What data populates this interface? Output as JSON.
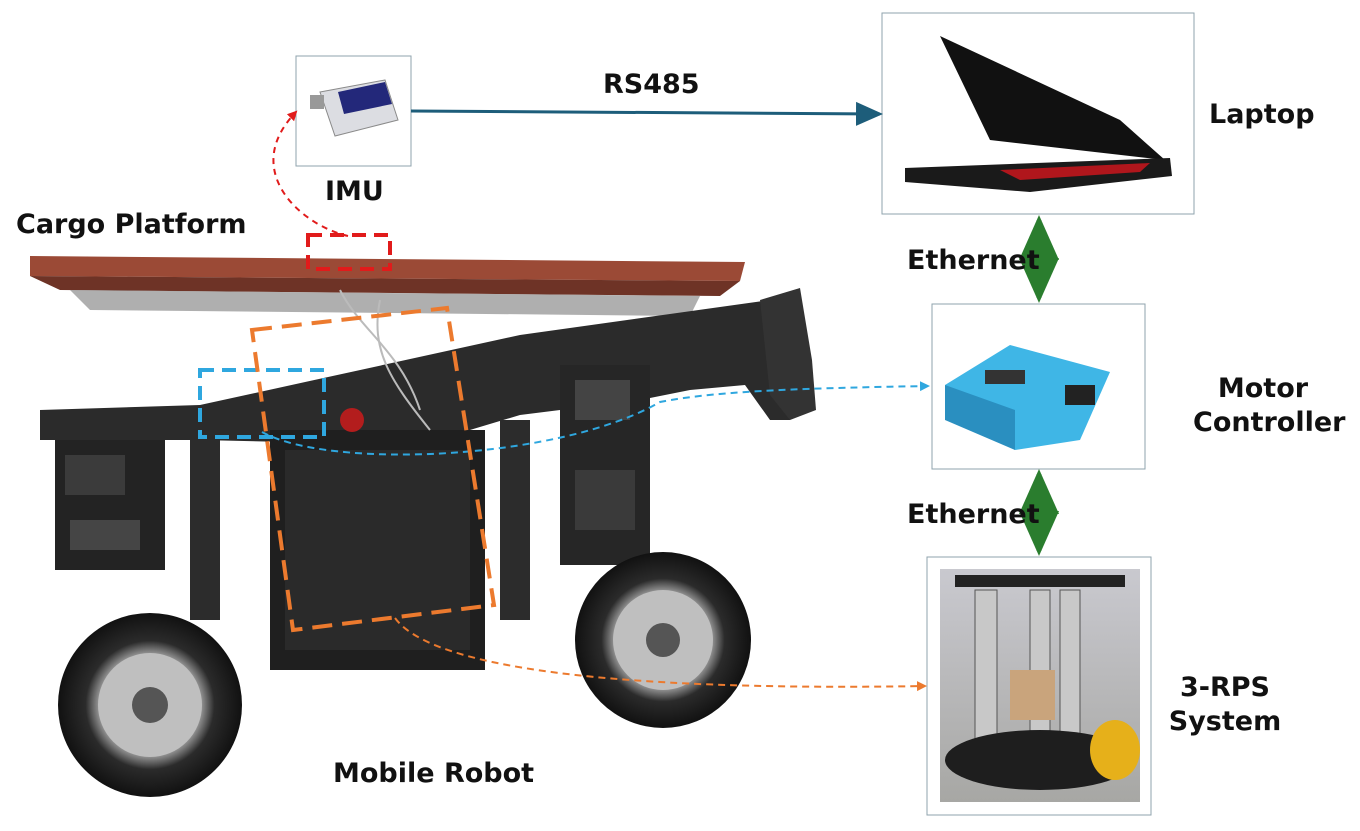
{
  "labels": {
    "imu": "IMU",
    "cargo_platform": "Cargo Platform",
    "laptop": "Laptop",
    "rs485": "RS485",
    "ethernet_top": "Ethernet",
    "ethernet_bottom": "Ethernet",
    "motor_controller_line1": "Motor",
    "motor_controller_line2": "Controller",
    "rps_line1": "3-RPS",
    "rps_line2": "System",
    "mobile_robot": "Mobile Robot"
  },
  "colors": {
    "rs485_arrow": "#1d5d7a",
    "ethernet_arrow": "#2a7d2e",
    "imu_marker": "#e11b1b",
    "controller_marker": "#2fa7df",
    "rps_marker": "#ec7a2e",
    "box_border": "#8fa3ad"
  }
}
